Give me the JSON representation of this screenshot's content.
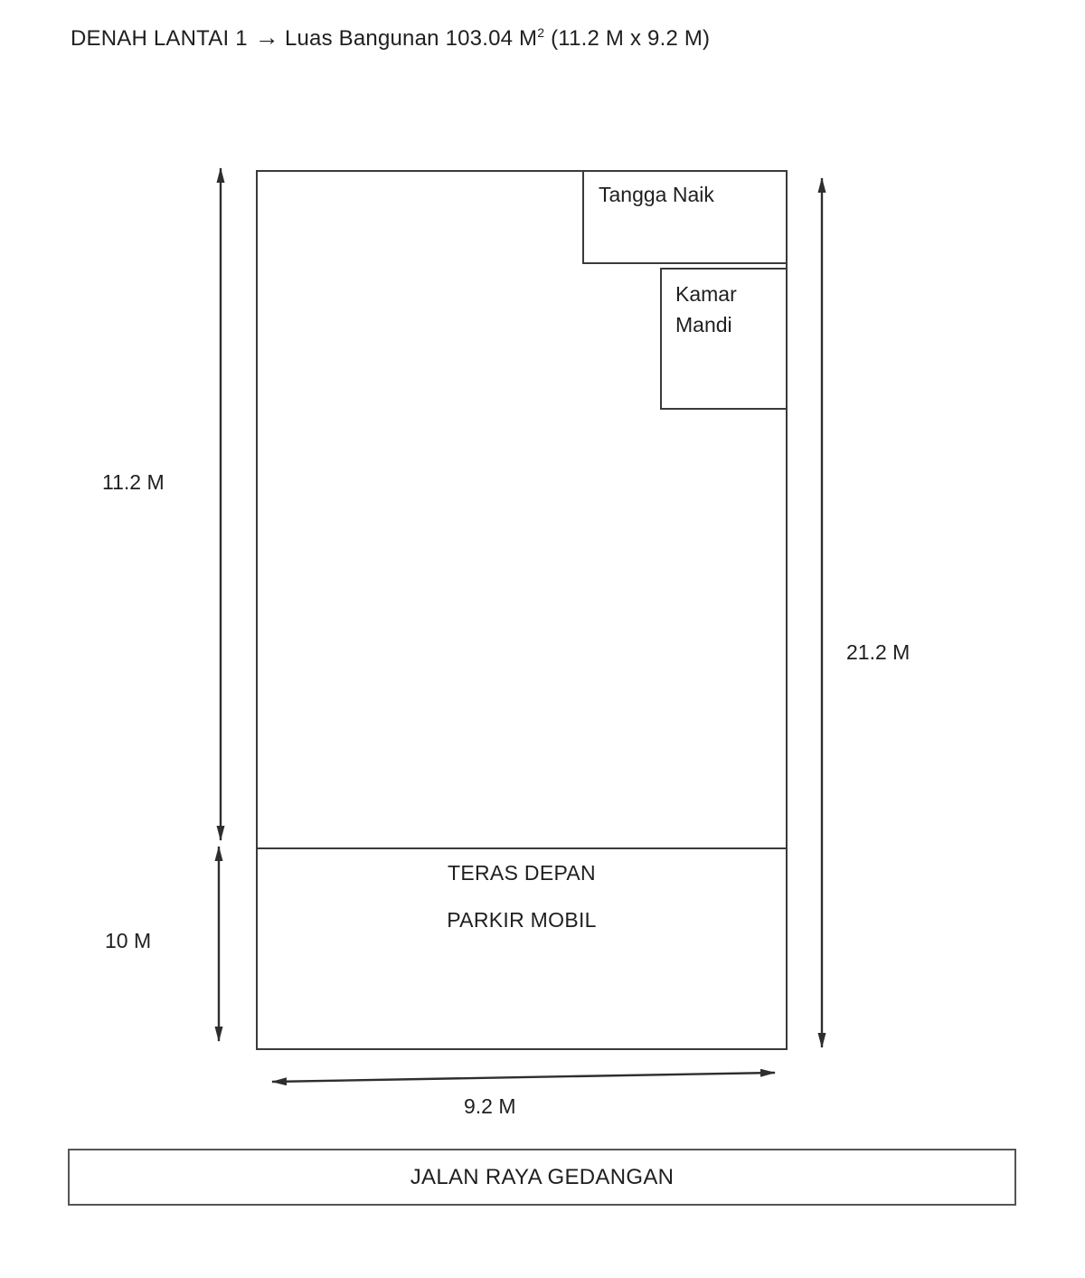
{
  "page": {
    "background": "#ffffff",
    "line_color": "#3a3a3a",
    "text_color": "#1f1f1f"
  },
  "title": {
    "part1": "DENAH LANTAI 1",
    "arrow": "→",
    "part2": "Luas Bangunan 103.04 M",
    "superscript": "2",
    "part3": " (11.2 M x 9.2 M)"
  },
  "rooms": {
    "tangga_naik": "Tangga Naik",
    "kamar_mandi": [
      "Kamar",
      "Mandi"
    ],
    "teras_depan": "TERAS DEPAN",
    "parkir_mobil": "PARKIR MOBIL"
  },
  "dimensions": {
    "left_upper": "11.2 M",
    "left_lower": "10 M",
    "right": "21.2 M",
    "bottom": "9.2 M"
  },
  "road": {
    "label": "JALAN RAYA GEDANGAN"
  }
}
